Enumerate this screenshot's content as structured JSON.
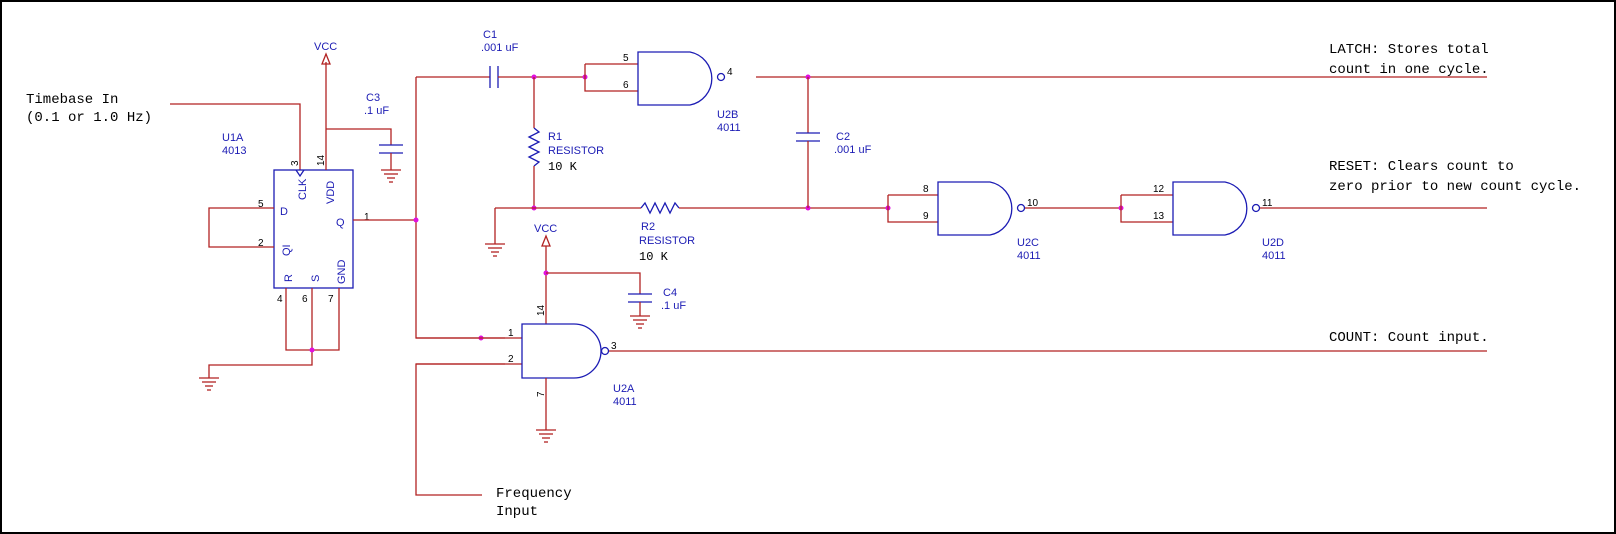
{
  "notes": {
    "timebase_line1": "Timebase In",
    "timebase_line2": "(0.1 or 1.0 Hz)",
    "latch_line1": "LATCH: Stores total",
    "latch_line2": "count in one cycle.",
    "reset_line1": "RESET: Clears count to",
    "reset_line2": "zero prior to new count cycle.",
    "count_line1": "COUNT: Count input.",
    "freq_line1": "Frequency",
    "freq_line2": "Input"
  },
  "power": {
    "vcc1": "VCC",
    "vcc2": "VCC"
  },
  "u1a": {
    "ref": "U1A",
    "part": "4013",
    "pin_clk_name": "CLK",
    "pin_vdd_name": "VDD",
    "pin_d_name": "D",
    "pin_qi_name": "QI",
    "pin_q_name": "Q",
    "pin_r_name": "R",
    "pin_s_name": "S",
    "pin_gnd_name": "GND",
    "pin3": "3",
    "pin14": "14",
    "pin5": "5",
    "pin2": "2",
    "pin1": "1",
    "pin4": "4",
    "pin6": "6",
    "pin7": "7"
  },
  "c1": {
    "ref": "C1",
    "value": ".001 uF"
  },
  "c2": {
    "ref": "C2",
    "value": ".001 uF"
  },
  "c3": {
    "ref": "C3",
    "value": ".1 uF"
  },
  "c4": {
    "ref": "C4",
    "value": ".1 uF"
  },
  "r1": {
    "ref": "R1",
    "type": "RESISTOR",
    "value": "10 K"
  },
  "r2": {
    "ref": "R2",
    "type": "RESISTOR",
    "value": "10 K"
  },
  "u2a": {
    "ref": "U2A",
    "part": "4011",
    "pin1": "1",
    "pin2": "2",
    "pin3": "3",
    "pin14": "14",
    "pin7": "7"
  },
  "u2b": {
    "ref": "U2B",
    "part": "4011",
    "pin5": "5",
    "pin6": "6",
    "pin4": "4"
  },
  "u2c": {
    "ref": "U2C",
    "part": "4011",
    "pin8": "8",
    "pin9": "9",
    "pin10": "10"
  },
  "u2d": {
    "ref": "U2D",
    "part": "4011",
    "pin12": "12",
    "pin13": "13",
    "pin11": "11"
  },
  "colors": {
    "wire": "#b22222",
    "component": "#1c1cb4",
    "junction": "#e010e0"
  }
}
